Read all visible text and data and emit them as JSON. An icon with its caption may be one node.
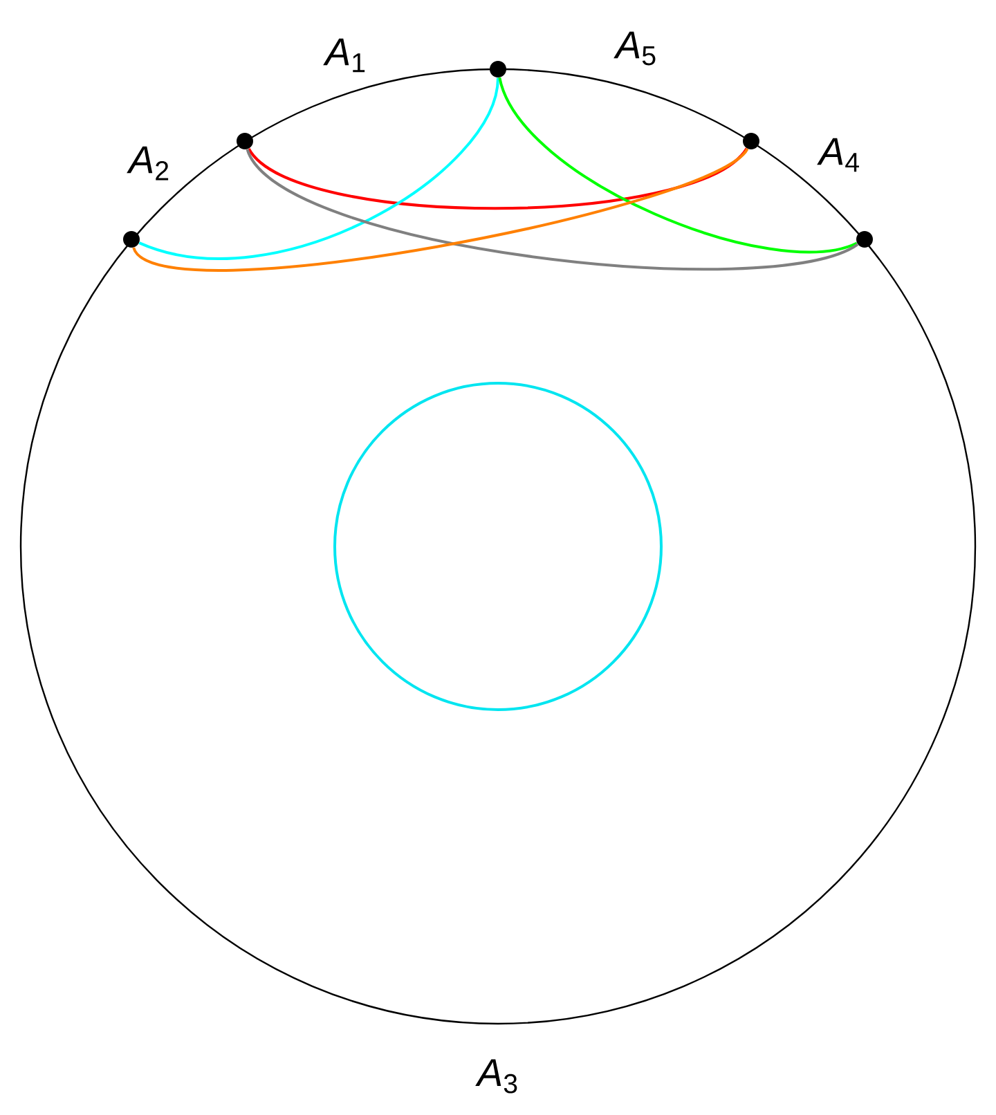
{
  "diagram": {
    "nodes": [
      {
        "text": [],
        "shape": "circle"
      },
      {
        "text": [],
        "shape": "circle"
      },
      {
        "text": [],
        "shape": "circle"
      },
      {
        "text": [],
        "shape": "circle"
      },
      {
        "text": [],
        "shape": "circle"
      },
      {
        "text": [],
        "shape": "circle"
      }
    ],
    "edges": [
      {
        "from": 1,
        "to": 3,
        "arrow": "none",
        "color": "#ff0000"
      },
      {
        "from": 2,
        "to": 0,
        "arrow": "none",
        "color": "#00ffff"
      },
      {
        "from": 2,
        "to": 4,
        "arrow": "none",
        "color": "#00ff00"
      },
      {
        "from": 1,
        "to": 4,
        "arrow": "none",
        "color": "#808080"
      },
      {
        "from": 0,
        "to": 3,
        "arrow": "none",
        "color": "#ff8000"
      }
    ],
    "labels": [
      "*A*$_{1}$",
      "*A*$_{5}$",
      "*A*$_{2}$",
      "*A*$_{4}$",
      "*A*$_{3}$"
    ]
  }
}
